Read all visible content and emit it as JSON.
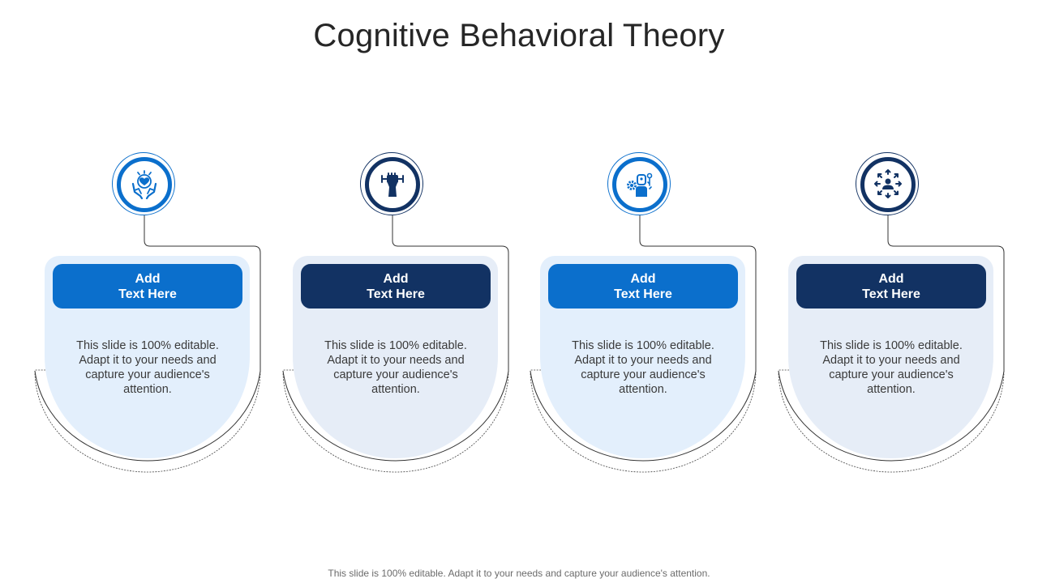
{
  "title": "Cognitive Behavioral Theory",
  "footer": "This slide is 100% editable. Adapt it to your needs and capture your audience's attention.",
  "colors": {
    "blue": "#0b6fcc",
    "navy": "#123263",
    "light_bg_blue": "#e3effc",
    "light_bg_navy": "#e6edf7"
  },
  "cards": [
    {
      "heading_line1": "Add",
      "heading_line2": "Text Here",
      "body": "This slide is 100% editable. Adapt it to your needs and capture your audience's attention.",
      "icon": "heart-in-hands-icon",
      "theme": "blue"
    },
    {
      "heading_line1": "Add",
      "heading_line2": "Text Here",
      "body": "This slide is 100% editable. Adapt it to your needs and capture your audience's attention.",
      "icon": "fist-raised-icon",
      "theme": "navy"
    },
    {
      "heading_line1": "Add",
      "heading_line2": "Text Here",
      "body": "This slide is 100% editable. Adapt it to your needs and capture your audience's attention.",
      "icon": "robot-gear-icon",
      "theme": "blue"
    },
    {
      "heading_line1": "Add",
      "heading_line2": "Text Here",
      "body": "This slide is 100% editable. Adapt it to your needs and capture your audience's attention.",
      "icon": "person-arrows-icon",
      "theme": "navy"
    }
  ]
}
